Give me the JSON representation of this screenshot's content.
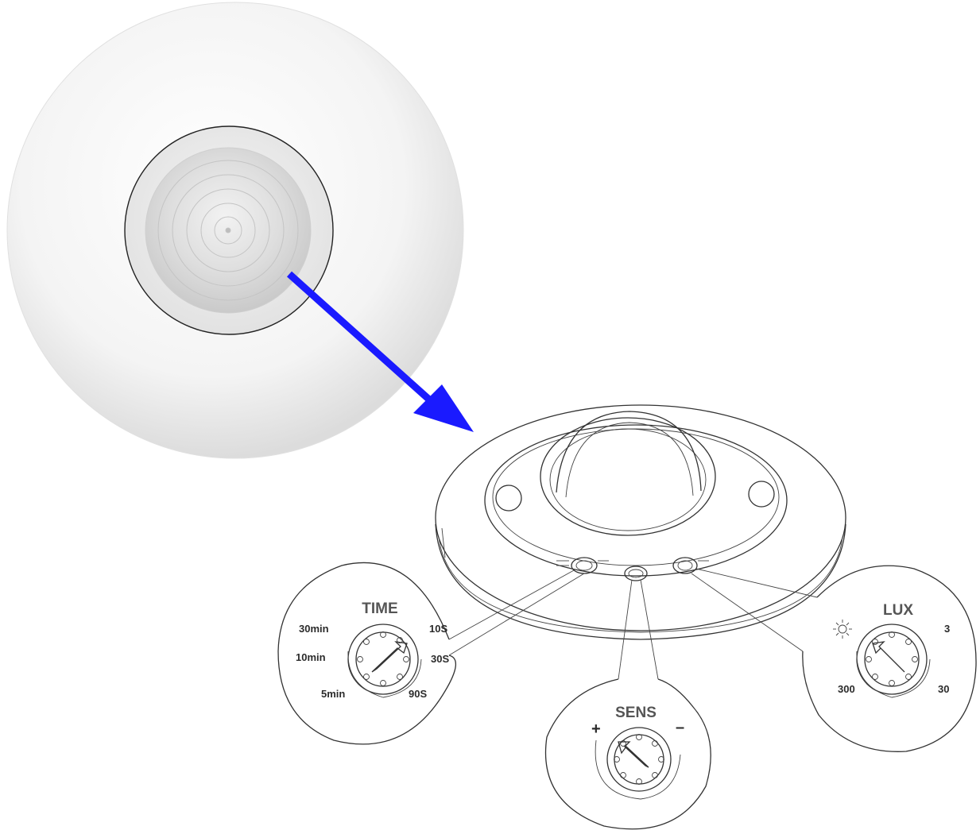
{
  "colors": {
    "arrow": "#1a1aff",
    "sensor_body": "#f7f7f7",
    "line": "#333333"
  },
  "time_dial": {
    "title": "TIME",
    "options": [
      "30min",
      "10min",
      "5min",
      "10S",
      "30S",
      "90S"
    ]
  },
  "sens_dial": {
    "title": "SENS",
    "plus": "+",
    "minus": "–"
  },
  "lux_dial": {
    "title": "LUX",
    "sun_icon": "sun-icon",
    "options": [
      "3",
      "300",
      "30"
    ]
  }
}
